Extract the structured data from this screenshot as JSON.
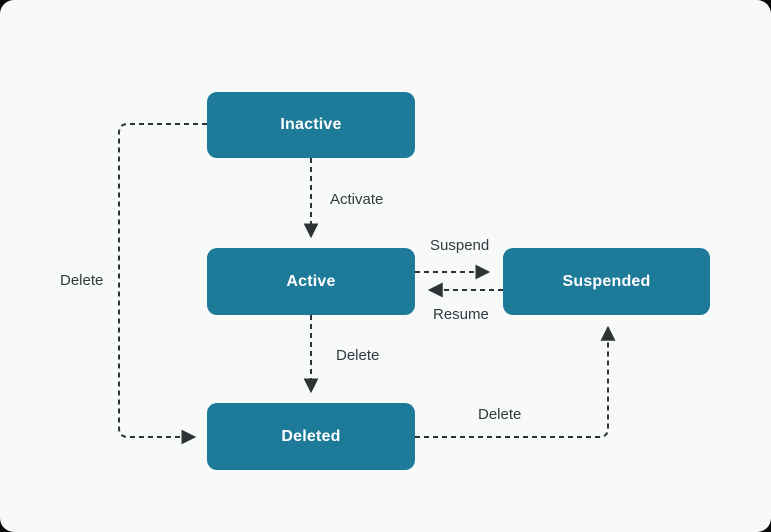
{
  "diagram": {
    "type": "state-transition-diagram",
    "colors": {
      "node_fill": "#1d7a99",
      "node_text": "#ffffff",
      "edge_color": "#2d3436",
      "edge_label_color": "#323a3f",
      "canvas_background": "#f8fafa"
    },
    "edge_style": "dashed",
    "nodes": [
      {
        "id": "inactive",
        "label": "Inactive"
      },
      {
        "id": "active",
        "label": "Active"
      },
      {
        "id": "suspended",
        "label": "Suspended"
      },
      {
        "id": "deleted",
        "label": "Deleted"
      }
    ],
    "edges": [
      {
        "from": "inactive",
        "to": "active",
        "label": "Activate"
      },
      {
        "from": "active",
        "to": "suspended",
        "label": "Suspend"
      },
      {
        "from": "suspended",
        "to": "active",
        "label": "Resume"
      },
      {
        "from": "active",
        "to": "deleted",
        "label": "Delete"
      },
      {
        "from": "inactive",
        "to": "deleted",
        "label": "Delete"
      },
      {
        "from": "deleted",
        "to": "suspended",
        "label": "Delete"
      }
    ]
  }
}
